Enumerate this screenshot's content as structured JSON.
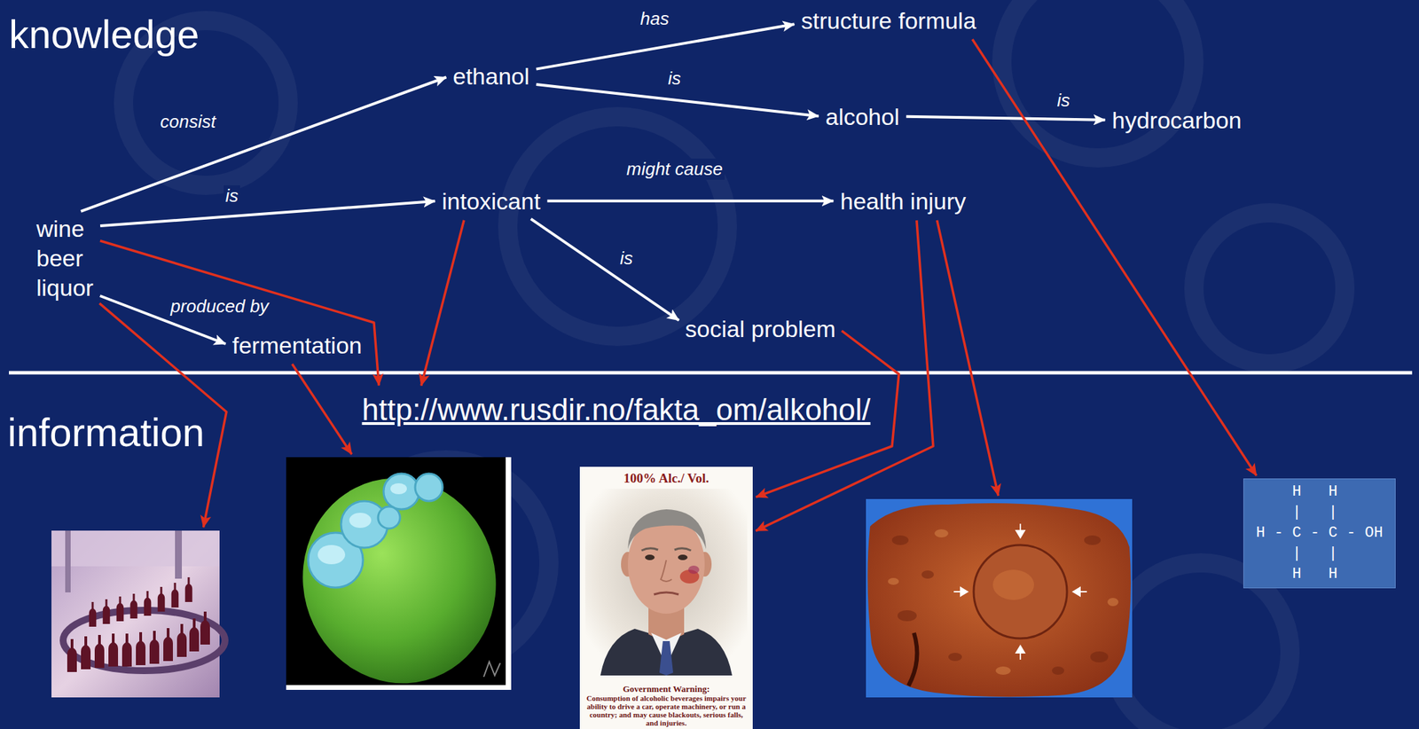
{
  "diagram": {
    "nodes": [
      {
        "text": [
          "structure formula"
        ]
      },
      {
        "text": [
          "ethanol"
        ]
      },
      {
        "text": [
          "alcohol"
        ]
      },
      {
        "text": [
          "hydrocarbon"
        ]
      },
      {
        "text": [
          "intoxicant"
        ]
      },
      {
        "text": [
          "health injury"
        ]
      },
      {
        "text": [
          "wine beer liquor"
        ]
      },
      {
        "text": [
          "social problem"
        ]
      },
      {
        "text": [
          "fermentation"
        ]
      },
      {
        "text": [
          "http://www.rusdir.no/fakta_om/alkohol/"
        ]
      },
      {
        "text": []
      },
      {
        "text": []
      },
      {
        "text": [
          "100% Alc./ Vol.",
          "Government Warning:",
          "Consumption of alcoholic beverages impairs your ability to drive a car, operate machinery, or run a country; and may cause blackouts, serious falls, and injuries."
        ]
      },
      {
        "text": []
      },
      {
        "text": [
          "H   H",
          "|   |",
          "H - C - C - OH",
          "|   |",
          "H   H"
        ]
      }
    ],
    "edges": [
      {
        "from": 6,
        "to": 1,
        "label": "consist",
        "arrow": "to"
      },
      {
        "from": 6,
        "to": 4,
        "label": "is",
        "arrow": "to"
      },
      {
        "from": 6,
        "to": 8,
        "label": "produced by",
        "arrow": "to"
      },
      {
        "from": 1,
        "to": 0,
        "label": "has",
        "arrow": "to"
      },
      {
        "from": 1,
        "to": 2,
        "label": "is",
        "arrow": "to"
      },
      {
        "from": 2,
        "to": 3,
        "label": "is",
        "arrow": "to"
      },
      {
        "from": 4,
        "to": 5,
        "label": "might cause",
        "arrow": "to"
      },
      {
        "from": 4,
        "to": 7,
        "label": "is",
        "arrow": "to"
      },
      {
        "from": 6,
        "to": 10,
        "arrow": "to"
      },
      {
        "from": 6,
        "to": 9,
        "arrow": "to"
      },
      {
        "from": 8,
        "to": 11,
        "arrow": "to"
      },
      {
        "from": 4,
        "to": 9,
        "arrow": "to"
      },
      {
        "from": 7,
        "to": 12,
        "arrow": "to"
      },
      {
        "from": 5,
        "to": 12,
        "arrow": "to"
      },
      {
        "from": 5,
        "to": 13,
        "arrow": "to"
      },
      {
        "from": 0,
        "to": 14,
        "arrow": "to"
      }
    ],
    "labels": [
      "knowledge",
      "information"
    ]
  }
}
